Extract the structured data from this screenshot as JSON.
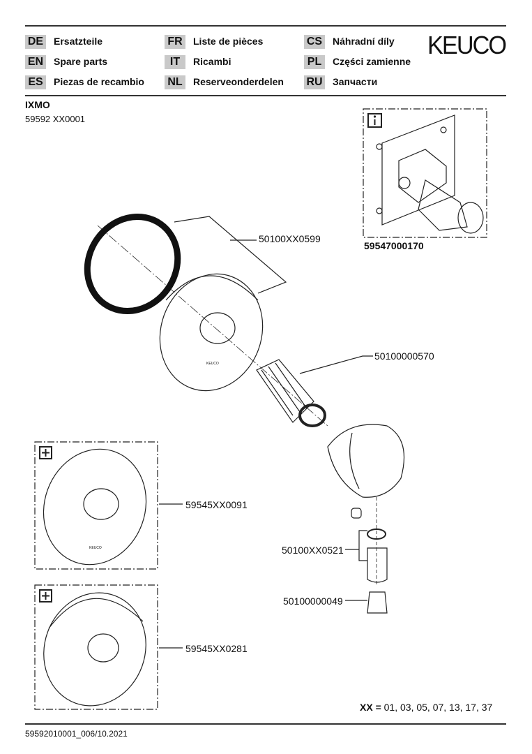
{
  "header": {
    "languages": [
      {
        "code": "DE",
        "label": "Ersatzteile"
      },
      {
        "code": "EN",
        "label": "Spare parts"
      },
      {
        "code": "ES",
        "label": "Piezas de recambio"
      },
      {
        "code": "FR",
        "label": "Liste de pièces"
      },
      {
        "code": "IT",
        "label": "Ricambi"
      },
      {
        "code": "NL",
        "label": "Reserveonderdelen"
      },
      {
        "code": "CS",
        "label": "Náhradní díly"
      },
      {
        "code": "PL",
        "label": "Części zamienne"
      },
      {
        "code": "RU",
        "label": "Запчасти"
      }
    ],
    "logo": "KEUCO"
  },
  "product": {
    "name": "IXMO",
    "number": "59592 XX0001"
  },
  "info_box": {
    "icon": "info-icon",
    "part_number": "59547000170"
  },
  "parts": {
    "seal": "50100XX0599",
    "cartridge": "50100000570",
    "rosette_option1": "59545XX0091",
    "rosette_option2": "59545XX0281",
    "insert": "50100XX0521",
    "valve": "50100000049",
    "rosette_brand": "KEUCO"
  },
  "option_icon": "plus-box-icon",
  "xx_note": {
    "key": "XX =",
    "values": "01, 03, 05, 07, 13, 17, 37"
  },
  "footer": {
    "doc_id": "59592010001_006/10.2021"
  }
}
